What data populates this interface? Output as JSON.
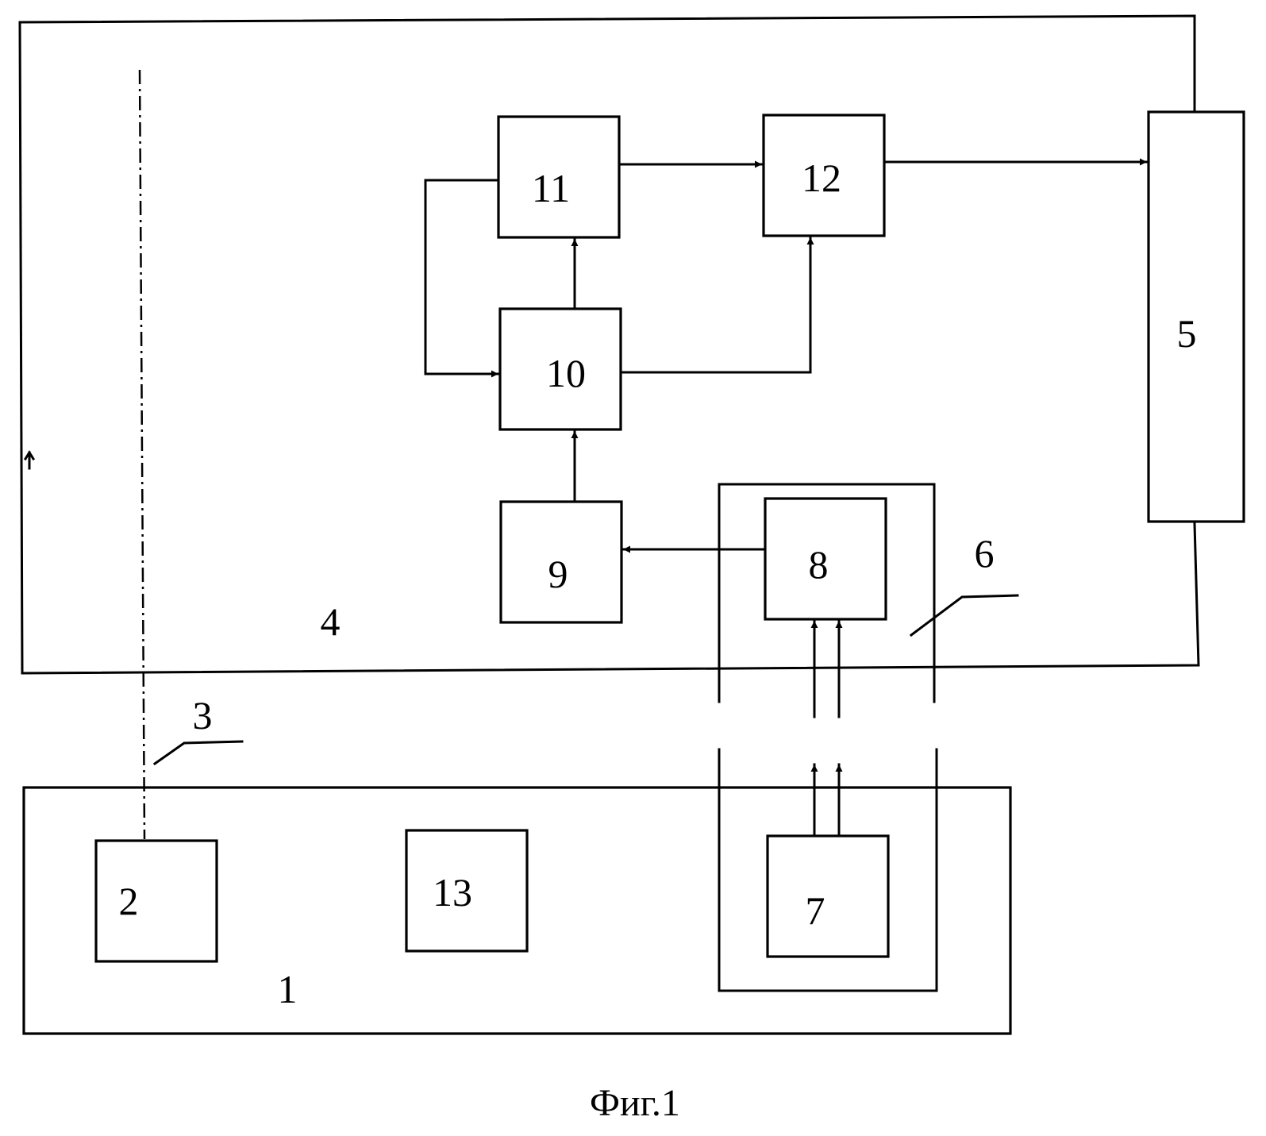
{
  "diagram": {
    "blocks": {
      "b1": "1",
      "b2": "2",
      "b5": "5",
      "b7": "7",
      "b8": "8",
      "b9": "9",
      "b10": "10",
      "b11": "11",
      "b12": "12",
      "b13": "13"
    },
    "refs": {
      "r3": "3",
      "r4": "4",
      "r6": "6"
    },
    "caption": "Фиг.1"
  }
}
